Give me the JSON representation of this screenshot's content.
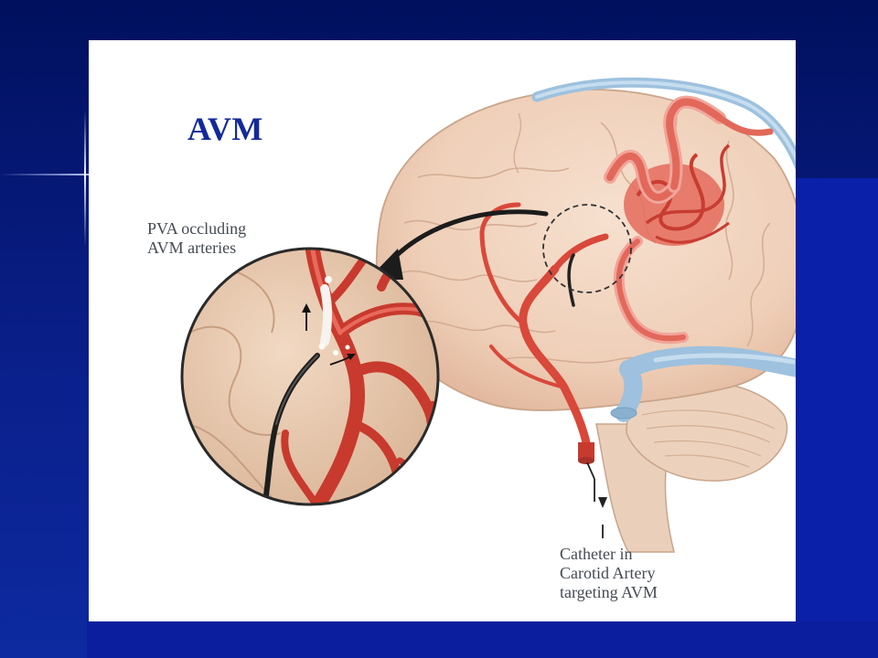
{
  "slide": {
    "title": "AVM"
  },
  "labels": {
    "pva": [
      "PVA occluding",
      "AVM arteries"
    ],
    "catheter": [
      "Catheter in",
      "Carotid Artery",
      "targeting AVM"
    ]
  },
  "colors": {
    "background": "#0a1f8a",
    "title": "#132a9a",
    "brain": "#f1d5c0",
    "artery": "#d9483a",
    "vein": "#9dc1de",
    "label_text": "#444a52"
  }
}
